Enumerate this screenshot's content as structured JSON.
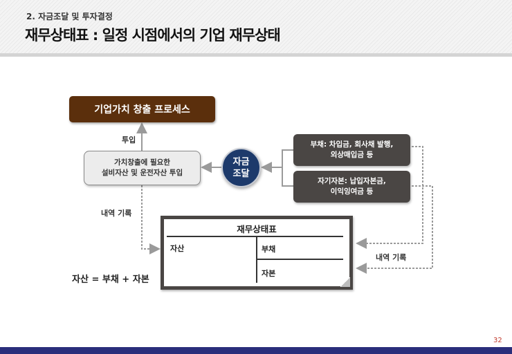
{
  "header": {
    "section": "2. 자금조달 및 투자결정",
    "title": "재무상태표 : 일정 시점에서의 기업 재무상태"
  },
  "diagram": {
    "process_box": "기업가치 창출 프로세스",
    "invest_box": {
      "line1": "가치창출에 필요한",
      "line2": "설비자산 및 운전자산 투입"
    },
    "funding": {
      "line1": "자금",
      "line2": "조달"
    },
    "sources": {
      "debt": {
        "line1": "부채: 차입금, 회사채 발행,",
        "line2": "외상매입금 등"
      },
      "equity": {
        "line1": "자기자본: 납입자본금,",
        "line2": "이익잉여금 등"
      }
    },
    "labels": {
      "input": "투입",
      "record_left": "내역 기록",
      "record_right": "내역 기록"
    },
    "balance_sheet": {
      "title": "재무상태표",
      "assets": "자산",
      "liabilities": "부채",
      "equity": "자본"
    },
    "equation": "자산 = 부채 + 자본"
  },
  "footer": {
    "page_number": "32",
    "bar_color": "#2a2e7b"
  },
  "colors": {
    "process_box": "#5b2f0c",
    "funding_circle": "#1d3a6b",
    "source_box": "#4a4644",
    "connector": "#9a9a9a"
  }
}
